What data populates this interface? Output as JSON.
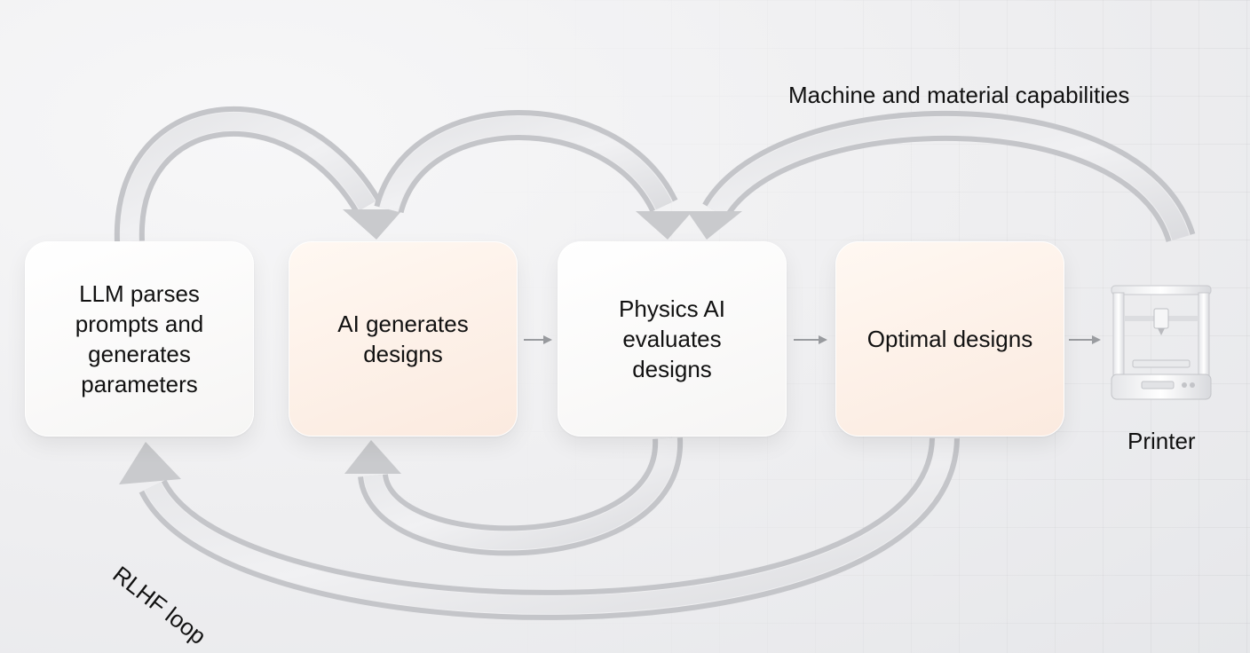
{
  "nodes": [
    {
      "id": "box1",
      "label": "LLM parses\nprompts and\ngenerates\nparameters",
      "fill": "#f8f7f6"
    },
    {
      "id": "box2",
      "label": "AI generates\ndesigns",
      "fill": "#fcefe6"
    },
    {
      "id": "box3",
      "label": "Physics AI\nevaluates\ndesigns",
      "fill": "#f8f7f6"
    },
    {
      "id": "box4",
      "label": "Optimal designs",
      "fill": "#fcefe6"
    }
  ],
  "printer": {
    "label": "Printer",
    "icon": "3d-printer-icon"
  },
  "annotations": {
    "capabilities": "Machine and material capabilities",
    "rlhf": "RLHF loop"
  },
  "colors": {
    "background": "#eeeef0",
    "peach": "#fcefe6",
    "arrow": "#c9cacd",
    "connector": "#9a9ca0"
  }
}
